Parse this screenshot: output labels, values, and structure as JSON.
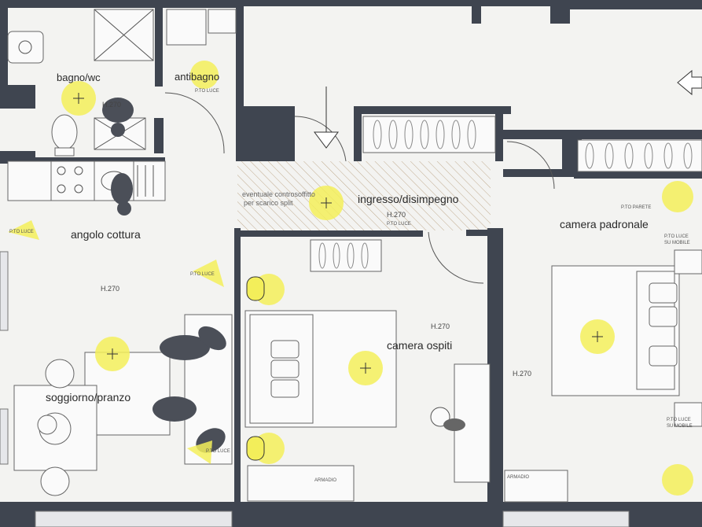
{
  "rooms": {
    "bagno": "bagno/wc",
    "antibagno": "antibagno",
    "angolo_cottura": "angolo cottura",
    "ingresso": "ingresso/disimpegno",
    "camera_padronale": "camera padronale",
    "camera_ospiti": "camera ospiti",
    "soggiorno": "soggiorno/pranzo"
  },
  "heights": {
    "bagno": "H.270",
    "ingresso": "H.270",
    "soggiorno": "H.270",
    "camera_ospiti": "H.270",
    "camera_padronale": "H.270"
  },
  "notes": {
    "controsoffitto_1": "eventuale controsoffitto",
    "controsoffitto_2": "per scarico split",
    "p_to_luce": "P.TO LUCE",
    "su_mobile": "SU MOBILE",
    "armadio": "ARMADIO",
    "p_to_parete": "P.TO PARETE"
  },
  "colors": {
    "wall": "#3f4550",
    "light": "#f3ee5a",
    "background": "#f3f3f1"
  }
}
